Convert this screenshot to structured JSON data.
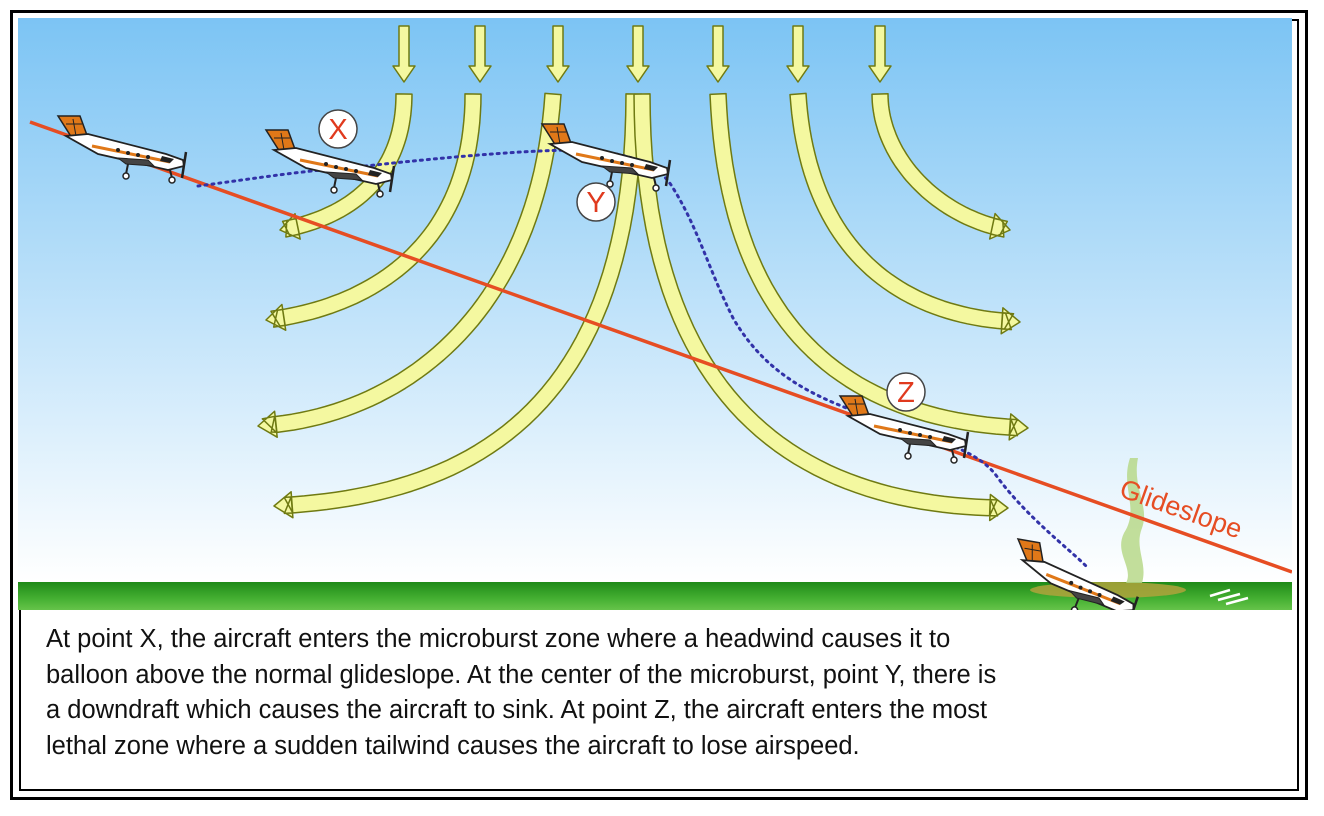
{
  "diagram": {
    "glideslope_label": "Glideslope",
    "points": [
      {
        "label": "X"
      },
      {
        "label": "Y"
      },
      {
        "label": "Z"
      }
    ],
    "colors": {
      "sky_top": "#7cc4f4",
      "sky_bottom": "#ffffff",
      "ground": "#3da52a",
      "wind_arrow_fill": "#f4f8a0",
      "wind_arrow_stroke": "#6f7a12",
      "glideslope_line": "#e64d23",
      "flight_path": "#3232a8",
      "point_marker": "#e03a1e",
      "aircraft_tail": "#e07818"
    }
  },
  "caption": {
    "lines": [
      "At point X, the aircraft enters the microburst zone where a headwind causes it to",
      "balloon above the normal glideslope. At the center of the microburst, point Y, there is",
      "a downdraft which causes the aircraft to sink. At point Z, the aircraft enters the most",
      "lethal zone where a sudden tailwind causes the aircraft to lose airspeed."
    ]
  }
}
